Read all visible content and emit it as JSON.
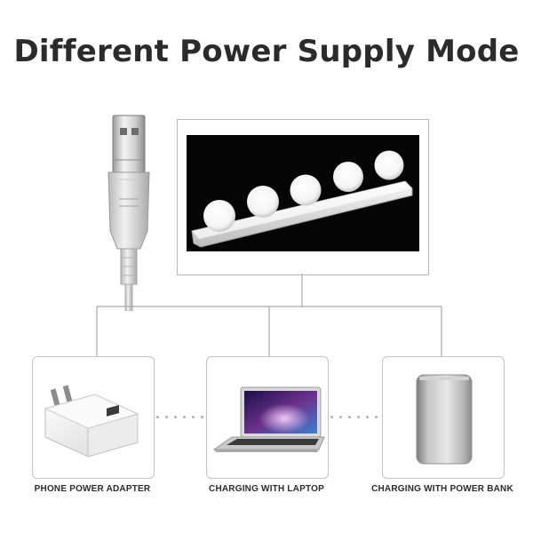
{
  "title": "Different Power Supply Mode",
  "modes": [
    {
      "label": "PHONE POWER ADAPTER",
      "icon": "power-adapter-icon"
    },
    {
      "label": "CHARGING WITH LAPTOP",
      "icon": "laptop-icon"
    },
    {
      "label": "CHARGING WITH POWER BANK",
      "icon": "power-bank-icon"
    }
  ],
  "colors": {
    "background": "#ffffff",
    "title_text": "#2b2b2b",
    "connector_line": "#aaaaaa",
    "card_border": "#c4c4c4",
    "product_background": "#050505"
  }
}
